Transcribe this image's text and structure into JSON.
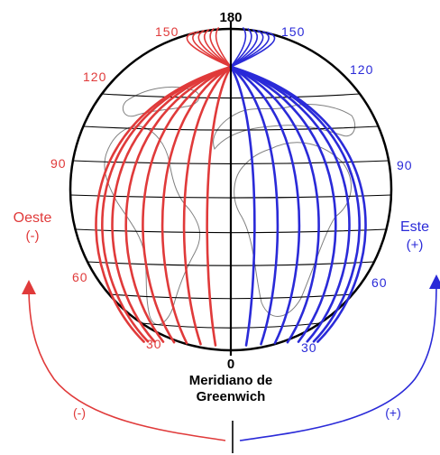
{
  "colors": {
    "west": "#e03a3a",
    "east": "#2a2ad8",
    "grid": "#000000",
    "land": "#808080"
  },
  "top_label": "180",
  "bottom_label": "0",
  "west": {
    "name": "Oeste",
    "sign": "(-)",
    "ticks": [
      "150",
      "120",
      "90",
      "60",
      "30"
    ]
  },
  "east": {
    "name": "Este",
    "sign": "(+)",
    "ticks": [
      "150",
      "120",
      "90",
      "60",
      "30"
    ]
  },
  "meridian": {
    "line1": "Meridiano de",
    "line2": "Greenwich"
  },
  "arrows": {
    "left_label": "(-)",
    "right_label": "(+)"
  }
}
